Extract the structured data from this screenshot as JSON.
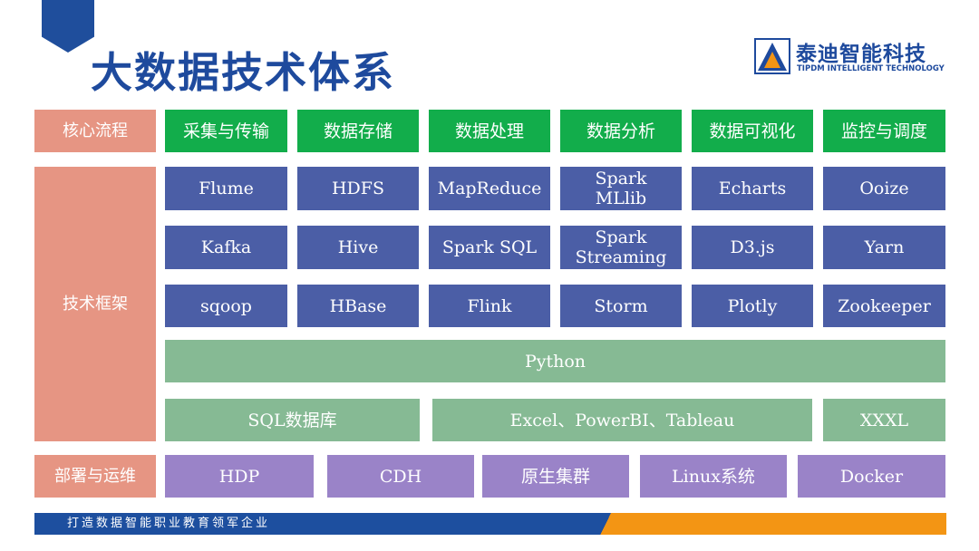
{
  "title": "大数据技术体系",
  "brand": {
    "name_cn": "泰迪智能科技",
    "name_en": "TIPDM INTELLIGENT TECHNOLOGY",
    "logo_icon": "tipdm-triangle-logo",
    "color": "#1e4a9d"
  },
  "rows": {
    "process": {
      "label": "核心流程",
      "items": [
        "采集与传输",
        "数据存储",
        "数据处理",
        "数据分析",
        "数据可视化",
        "监控与调度"
      ]
    },
    "framework": {
      "label": "技术框架",
      "tools": [
        [
          "Flume",
          "HDFS",
          "MapReduce",
          "Spark\nMLlib",
          "Echarts",
          "Ooize"
        ],
        [
          "Kafka",
          "Hive",
          "Spark SQL",
          "Spark\nStreaming",
          "D3.js",
          "Yarn"
        ],
        [
          "sqoop",
          "HBase",
          "Flink",
          "Storm",
          "Plotly",
          "Zookeeper"
        ]
      ],
      "language": "Python",
      "analysis": [
        "SQL数据库",
        "Excel、PowerBI、Tableau",
        "XXXL"
      ]
    },
    "deploy": {
      "label": "部署与运维",
      "items": [
        "HDP",
        "CDH",
        "原生集群",
        "Linux系统",
        "Docker"
      ]
    }
  },
  "footer": "打造数据智能职业教育领军企业",
  "colors": {
    "label": "#e69583",
    "process": "#12ad4b",
    "framework": "#4b5ea6",
    "language": "#86ba94",
    "deploy": "#9a83c8",
    "footer_blue": "#1d4f9f",
    "footer_orange": "#f39514"
  }
}
